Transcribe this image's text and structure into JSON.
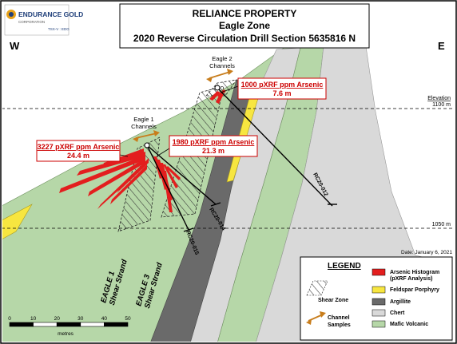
{
  "logo": {
    "name": "ENDURANCE GOLD",
    "subtitle": "CORPORATION",
    "ticker": "TSX-V : EDG"
  },
  "title": {
    "line1": "RELIANCE PROPERTY",
    "line2": "Eagle Zone",
    "line3": "2020 Reverse Circulation Drill Section 5635816 N"
  },
  "compass": {
    "west": "W",
    "east": "E"
  },
  "elevation": {
    "heading": "Elevation",
    "level_upper": "1100 m",
    "level_lower": "1050 m"
  },
  "date": "Date:  January 6, 2021",
  "channels": {
    "eagle2": "Eagle 2\nChannels",
    "eagle1": "Eagle 1\nChannels"
  },
  "callouts": [
    {
      "value": "1000 pXRF ppm Arsenic",
      "length": "7.6 m"
    },
    {
      "value": "1980 pXRF ppm Arsenic",
      "length": "21.3 m"
    },
    {
      "value": "3227 pXRF ppm Arsenic",
      "length": "24.4 m"
    }
  ],
  "drillholes": [
    "RC20-012",
    "RC20-014",
    "RC20-015"
  ],
  "shear_strands": [
    {
      "line1": "EAGLE 1",
      "line2": "Shear Strand"
    },
    {
      "line1": "EAGLE 3",
      "line2": "Shear Strand"
    }
  ],
  "scale": {
    "ticks": [
      "0",
      "10",
      "20",
      "30",
      "40",
      "50"
    ],
    "unit": "metres"
  },
  "legend": {
    "title": "LEGEND",
    "items": [
      {
        "label": "Arsenic Histogram\n(pXRF Analysis)",
        "color": "#e31e1e"
      },
      {
        "label": "Feldspar Porphyry",
        "color": "#f7e640"
      },
      {
        "label": "Argillite",
        "color": "#6a6a6a"
      },
      {
        "label": "Chert",
        "color": "#d9d9d9"
      },
      {
        "label": "Mafic Volcanic",
        "color": "#b6d7a8"
      }
    ],
    "shear_zone": "Shear Zone",
    "channel_samples": "Channel\nSamples"
  },
  "colors": {
    "mafic": "#b6d7a8",
    "chert": "#d9d9d9",
    "argillite": "#6a6a6a",
    "porphyry": "#f7e640",
    "arsenic": "#e31e1e",
    "channel": "#c87d1c"
  }
}
